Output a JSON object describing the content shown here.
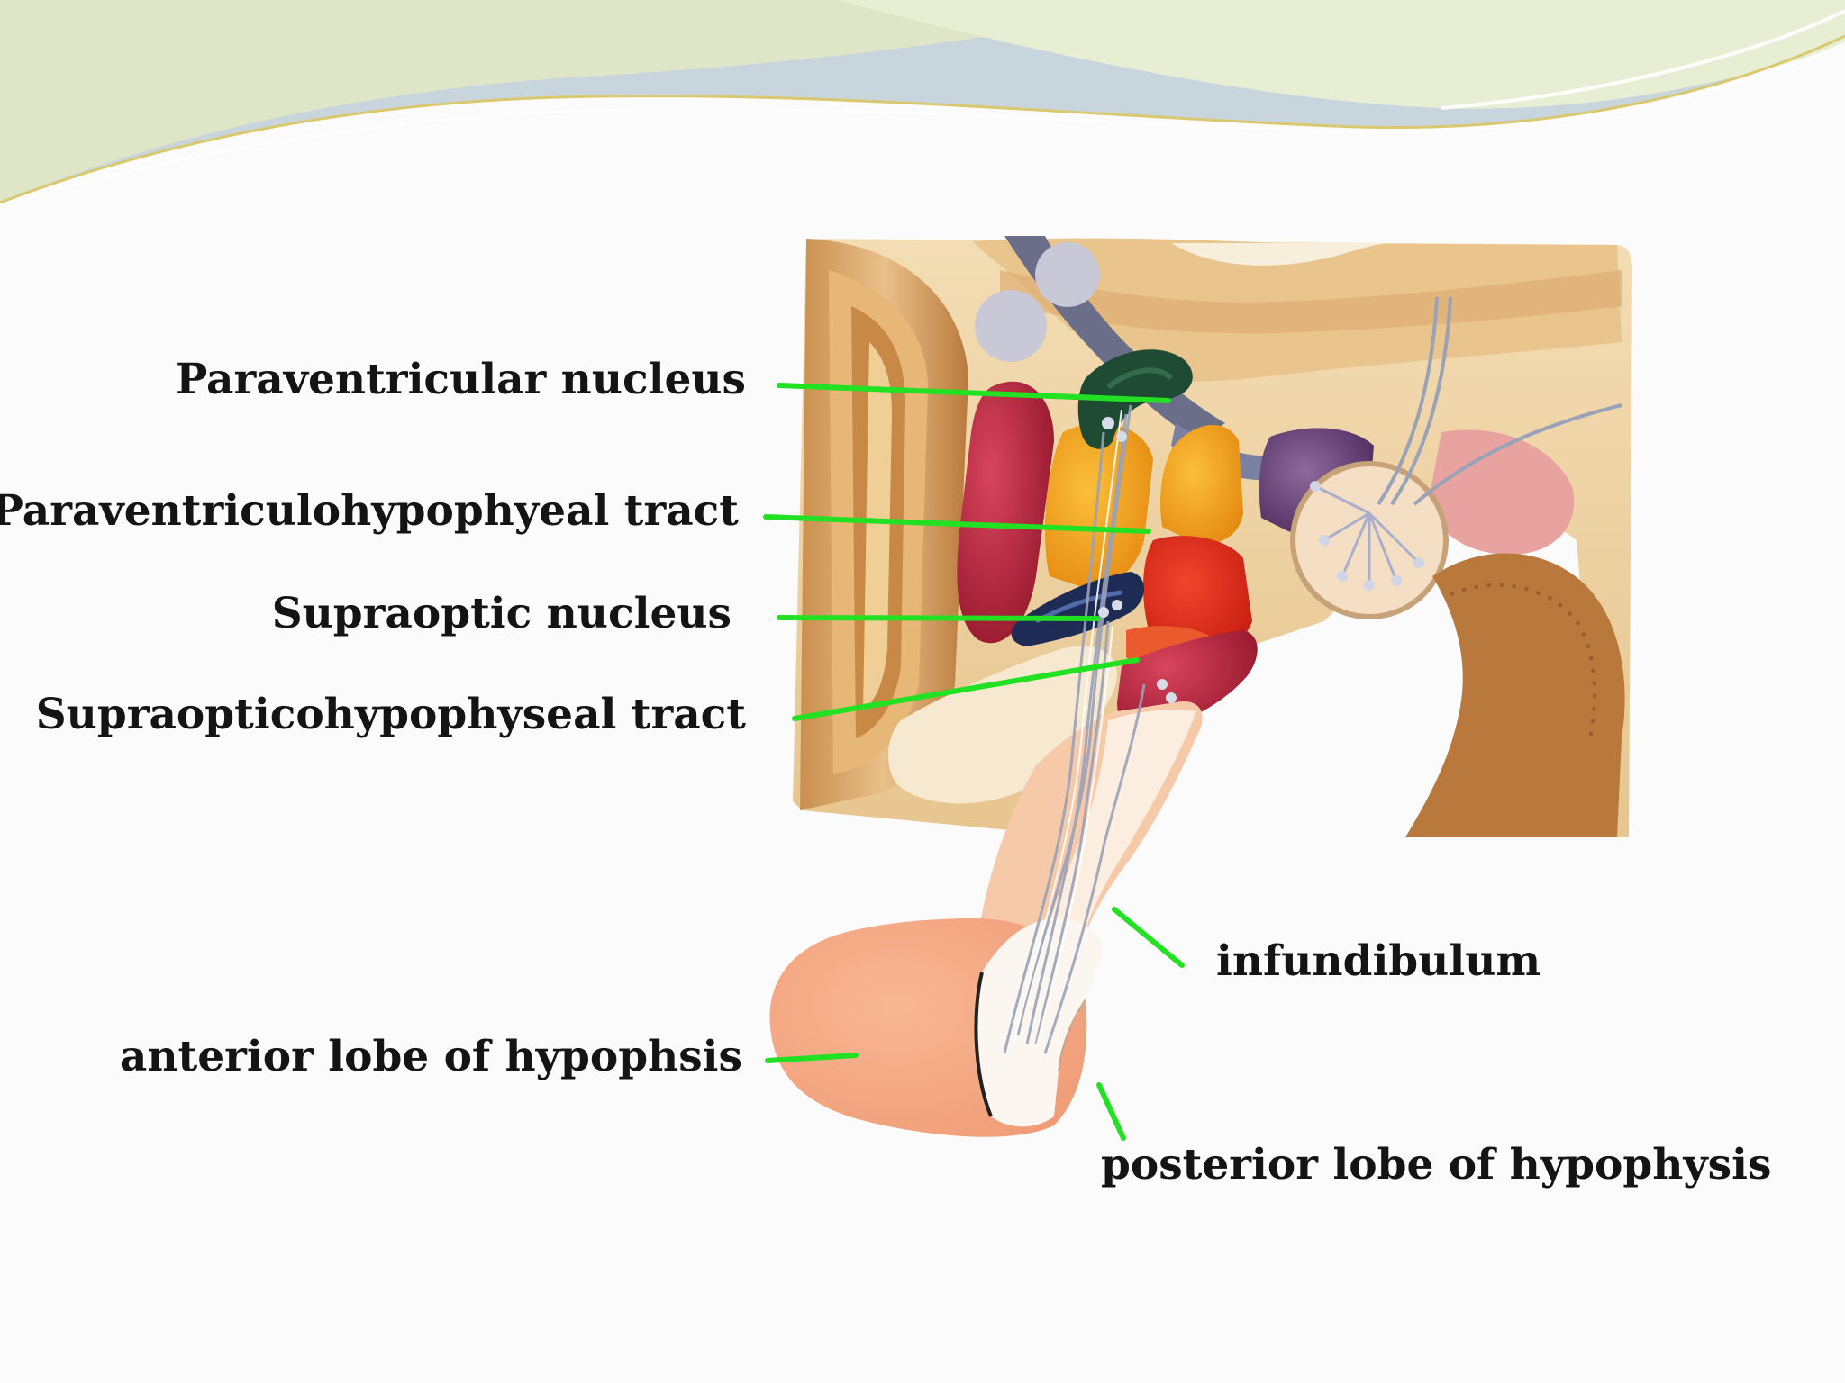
{
  "colors": {
    "background": "#fbfbfb",
    "leader_line": "#22e022",
    "label_text": "#141414",
    "header_wave_light": "#dfe6c7",
    "header_wave_blue": "#c9d5dc",
    "header_wave_gold": "#d9c86e"
  },
  "labels": {
    "paraventricular_nucleus": "Paraventricular nucleus",
    "paraventriculohypophyseal_tract": "Paraventriculohypophyeal tract",
    "supraoptic_nucleus": "Supraoptic nucleus",
    "supraopticohypophyseal_tract": "Supraopticohypophyseal tract",
    "infundibulum": "infundibulum",
    "anterior_lobe": "anterior lobe of hypophsis",
    "posterior_lobe": "posterior lobe of hypophysis"
  },
  "illustration": {
    "subject": "hypothalamus-pituitary-illustration"
  }
}
